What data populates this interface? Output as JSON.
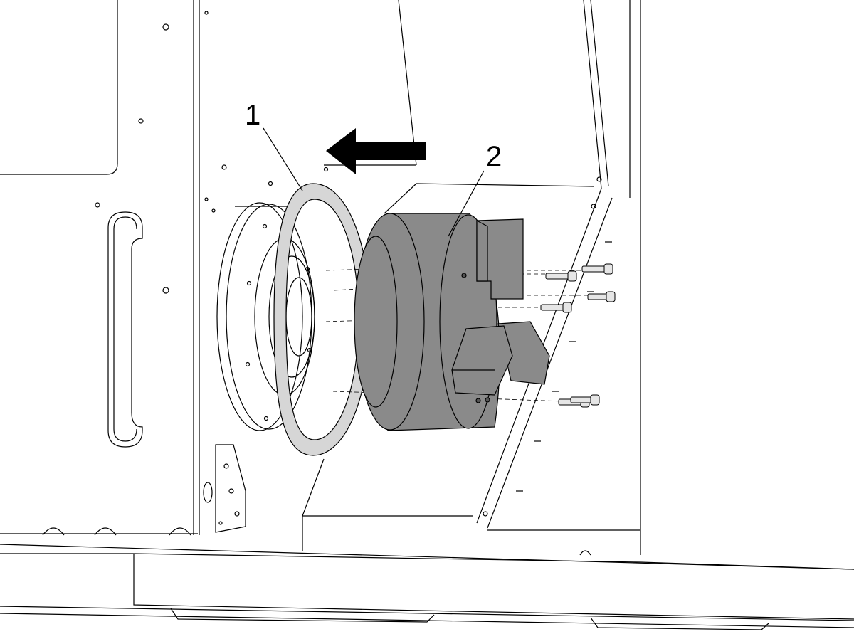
{
  "diagram": {
    "callouts": [
      {
        "id": "1",
        "label": "1"
      },
      {
        "id": "2",
        "label": "2"
      }
    ],
    "arrow_direction": "left"
  },
  "colors": {
    "line": "#000000",
    "chuck_fill": "#8a8a8a",
    "gasket_fill": "#d6d6d6",
    "background": "#ffffff"
  }
}
